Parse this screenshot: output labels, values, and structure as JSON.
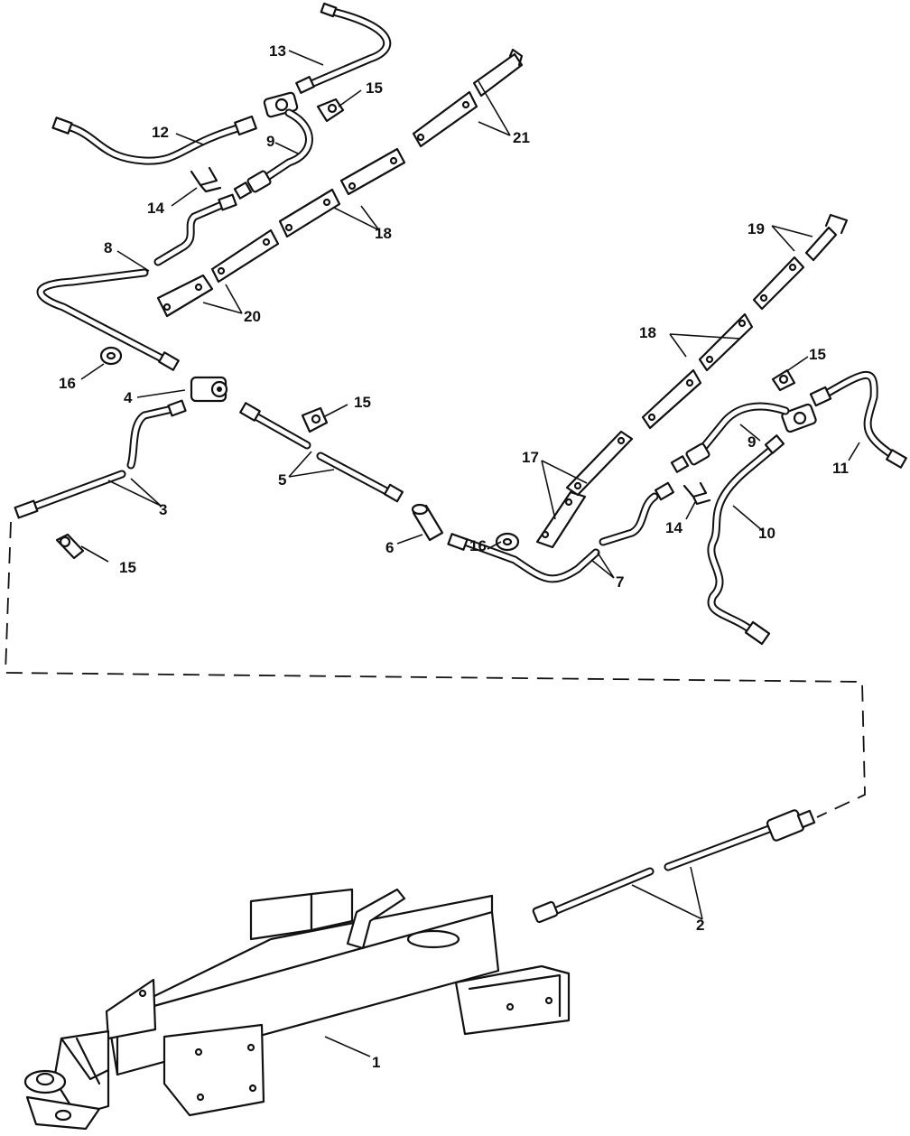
{
  "callouts": [
    {
      "id": "c1",
      "text": "1"
    },
    {
      "id": "c2",
      "text": "2"
    },
    {
      "id": "c3",
      "text": "3"
    },
    {
      "id": "c4",
      "text": "4"
    },
    {
      "id": "c5",
      "text": "5"
    },
    {
      "id": "c6",
      "text": "6"
    },
    {
      "id": "c7",
      "text": "7"
    },
    {
      "id": "c8",
      "text": "8"
    },
    {
      "id": "c9a",
      "text": "9"
    },
    {
      "id": "c9b",
      "text": "9"
    },
    {
      "id": "c10",
      "text": "10"
    },
    {
      "id": "c11",
      "text": "11"
    },
    {
      "id": "c12",
      "text": "12"
    },
    {
      "id": "c13",
      "text": "13"
    },
    {
      "id": "c14a",
      "text": "14"
    },
    {
      "id": "c14b",
      "text": "14"
    },
    {
      "id": "c15a",
      "text": "15"
    },
    {
      "id": "c15b",
      "text": "15"
    },
    {
      "id": "c15c",
      "text": "15"
    },
    {
      "id": "c15d",
      "text": "15"
    },
    {
      "id": "c16a",
      "text": "16"
    },
    {
      "id": "c16b",
      "text": "16"
    },
    {
      "id": "c17",
      "text": "17"
    },
    {
      "id": "c18a",
      "text": "18"
    },
    {
      "id": "c18b",
      "text": "18"
    },
    {
      "id": "c19",
      "text": "19"
    },
    {
      "id": "c20",
      "text": "20"
    },
    {
      "id": "c21",
      "text": "21"
    }
  ]
}
